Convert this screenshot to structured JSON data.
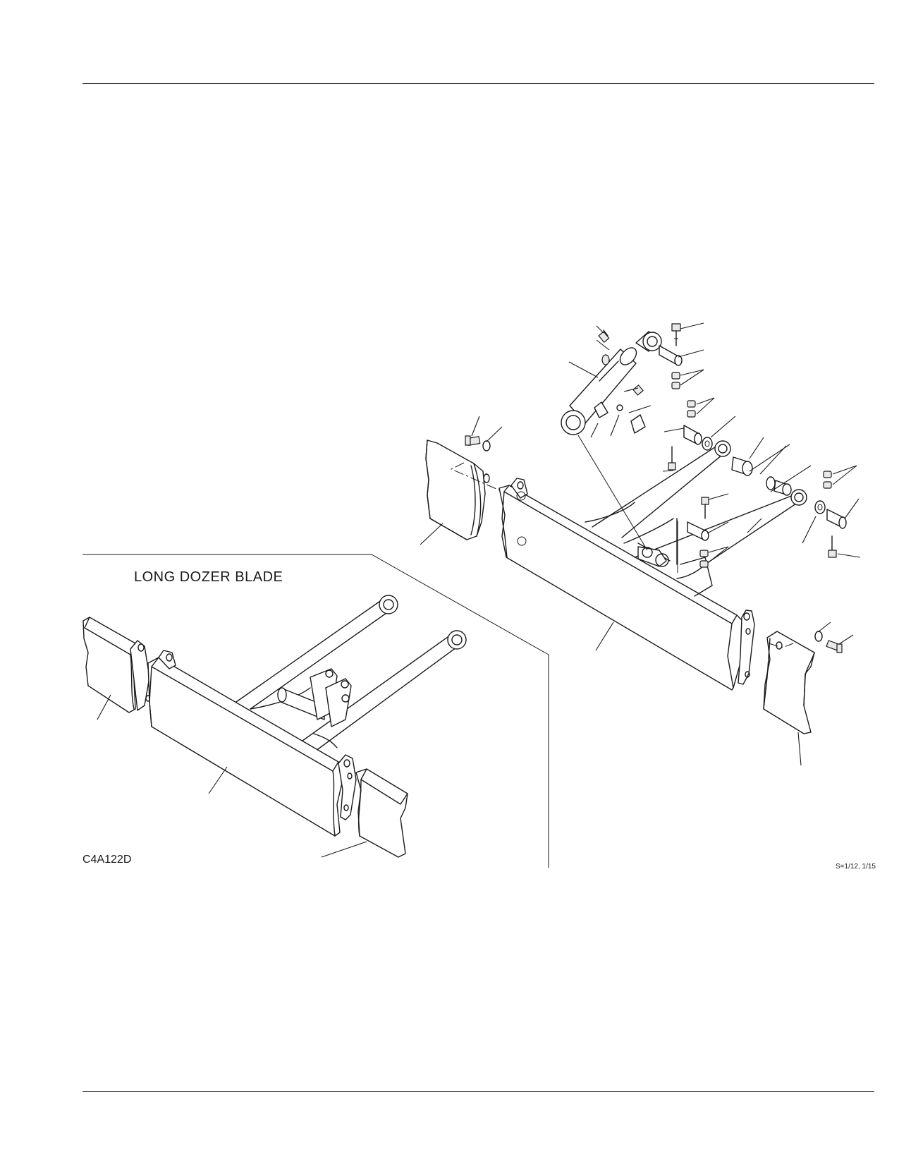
{
  "inset": {
    "title": "LONG DOZER BLADE"
  },
  "figure": {
    "code": "C4A122D",
    "scale": "S=1/12, 1/15"
  }
}
